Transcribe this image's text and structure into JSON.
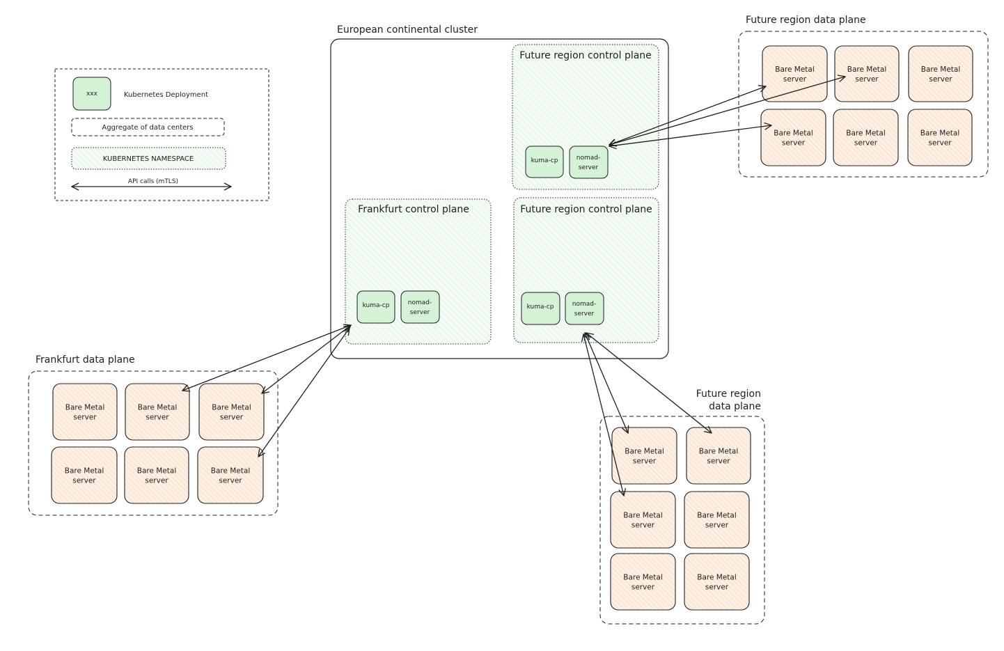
{
  "colors": {
    "deployment_fill": "#d3f2d6",
    "namespace_fill": "#e9f8eb",
    "server_fill": "#fbe6d3",
    "server_hatch": "#f1a46a",
    "namespace_hatch": "#b9e6bf",
    "stroke": "#1e1e1e"
  },
  "legend": {
    "deployment_sample": "xxx",
    "deployment_label": "Kubernetes Deployment",
    "aggregate_label": "Aggregate of data centers",
    "namespace_label": "KUBERNETES NAMESPACE",
    "api_label": "API calls (mTLS)"
  },
  "cluster": {
    "title": "European continental cluster"
  },
  "control_planes": {
    "future_top": {
      "title": "Future region control plane",
      "kuma": "kuma-cp",
      "nomad_1": "nomad-",
      "nomad_2": "server"
    },
    "frankfurt": {
      "title": "Frankfurt control plane",
      "kuma": "kuma-cp",
      "nomad_1": "nomad-",
      "nomad_2": "server"
    },
    "future_bottom": {
      "title": "Future region control plane",
      "kuma": "kuma-cp",
      "nomad_1": "nomad-",
      "nomad_2": "server"
    }
  },
  "data_planes": {
    "future_top": {
      "title": "Future region data plane"
    },
    "frankfurt": {
      "title": "Frankfurt data plane"
    },
    "future_bottom": {
      "title_1": "Future region",
      "title_2": "data plane"
    }
  },
  "server": {
    "line1": "Bare Metal",
    "line2": "server"
  }
}
